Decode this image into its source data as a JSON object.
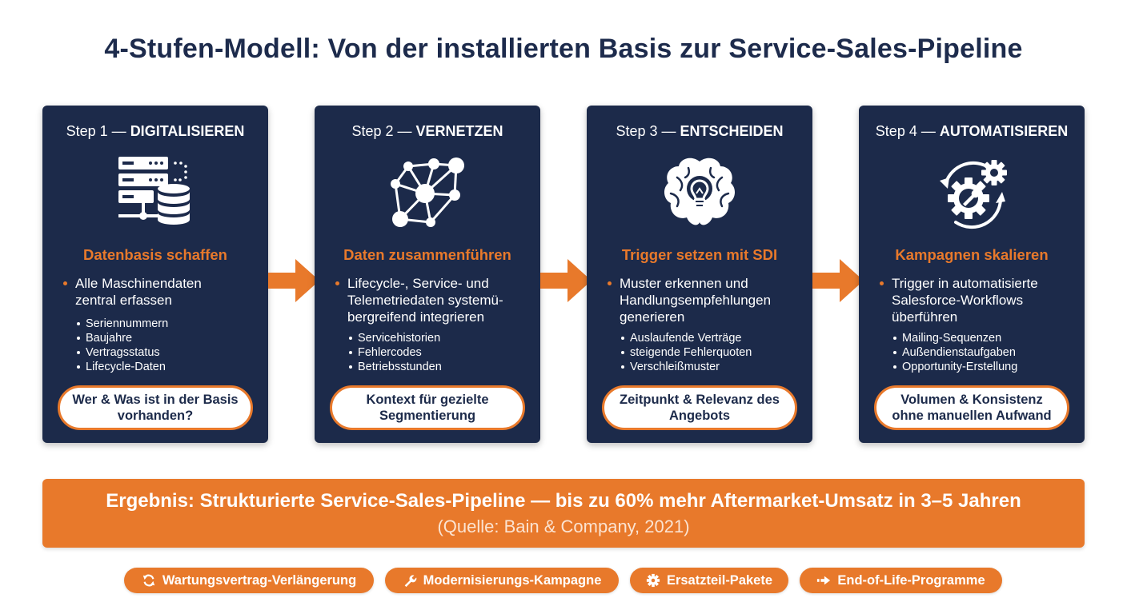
{
  "title": "4-Stufen-Modell: Von der installierten Basis zur Service-Sales-Pipeline",
  "colors": {
    "card_bg": "#1c2a4a",
    "accent": "#e8792b",
    "text_dark": "#1d2b4c",
    "white": "#ffffff"
  },
  "steps": [
    {
      "step_label": "Step 1 —",
      "step_name": "DIGITALISIEREN",
      "icon": "server-database-icon",
      "subtitle": "Datenbasis schaffen",
      "main_bullet": "Alle Maschinendaten zentral erfassen",
      "sub_items": [
        "Seriennummern",
        "Baujahre",
        "Vertragsstatus",
        "Lifecycle-Daten"
      ],
      "pill": "Wer & Was ist in der Basis vorhanden?"
    },
    {
      "step_label": "Step 2 —",
      "step_name": "VERNETZEN",
      "icon": "network-nodes-icon",
      "subtitle": "Daten zusammenführen",
      "main_bullet": "Lifecycle-, Service- und Telemetriedaten systemü-bergreifend integrieren",
      "sub_items": [
        "Servicehistorien",
        "Fehlercodes",
        "Betriebsstunden"
      ],
      "pill": "Kontext für gezielte Segmentierung"
    },
    {
      "step_label": "Step 3 —",
      "step_name": "ENTSCHEIDEN",
      "icon": "brain-lightbulb-icon",
      "subtitle": "Trigger setzen mit SDI",
      "main_bullet": "Muster erkennen und Handlungsempfehlungen generieren",
      "sub_items": [
        "Auslaufende Verträge",
        "steigende Fehlerquoten",
        "Verschleißmuster"
      ],
      "pill": "Zeitpunkt & Relevanz des Angebots"
    },
    {
      "step_label": "Step 4 —",
      "step_name": "AUTOMATISIEREN",
      "icon": "gears-automation-icon",
      "subtitle": "Kampagnen skalieren",
      "main_bullet": "Trigger in automatisierte Salesforce-Workflows überführen",
      "sub_items": [
        "Mailing-Sequenzen",
        "Außendienstaufgaben",
        "Opportunity-Erstellung"
      ],
      "pill": "Volumen & Konsistenz ohne manuellen Aufwand"
    }
  ],
  "result": {
    "main": "Ergebnis: Strukturierte Service-Sales-Pipeline — bis zu 60% mehr Aftermarket-Umsatz in 3–5 Jahren",
    "source": "(Quelle: Bain & Company, 2021)"
  },
  "tags": [
    {
      "label": "Wartungsvertrag-Verlängerung",
      "icon": "refresh-icon"
    },
    {
      "label": "Modernisierungs-Kampagne",
      "icon": "wrench-icon"
    },
    {
      "label": "Ersatzteil-Pakete",
      "icon": "gear-icon"
    },
    {
      "label": "End-of-Life-Programme",
      "icon": "arrow-right-icon"
    }
  ]
}
